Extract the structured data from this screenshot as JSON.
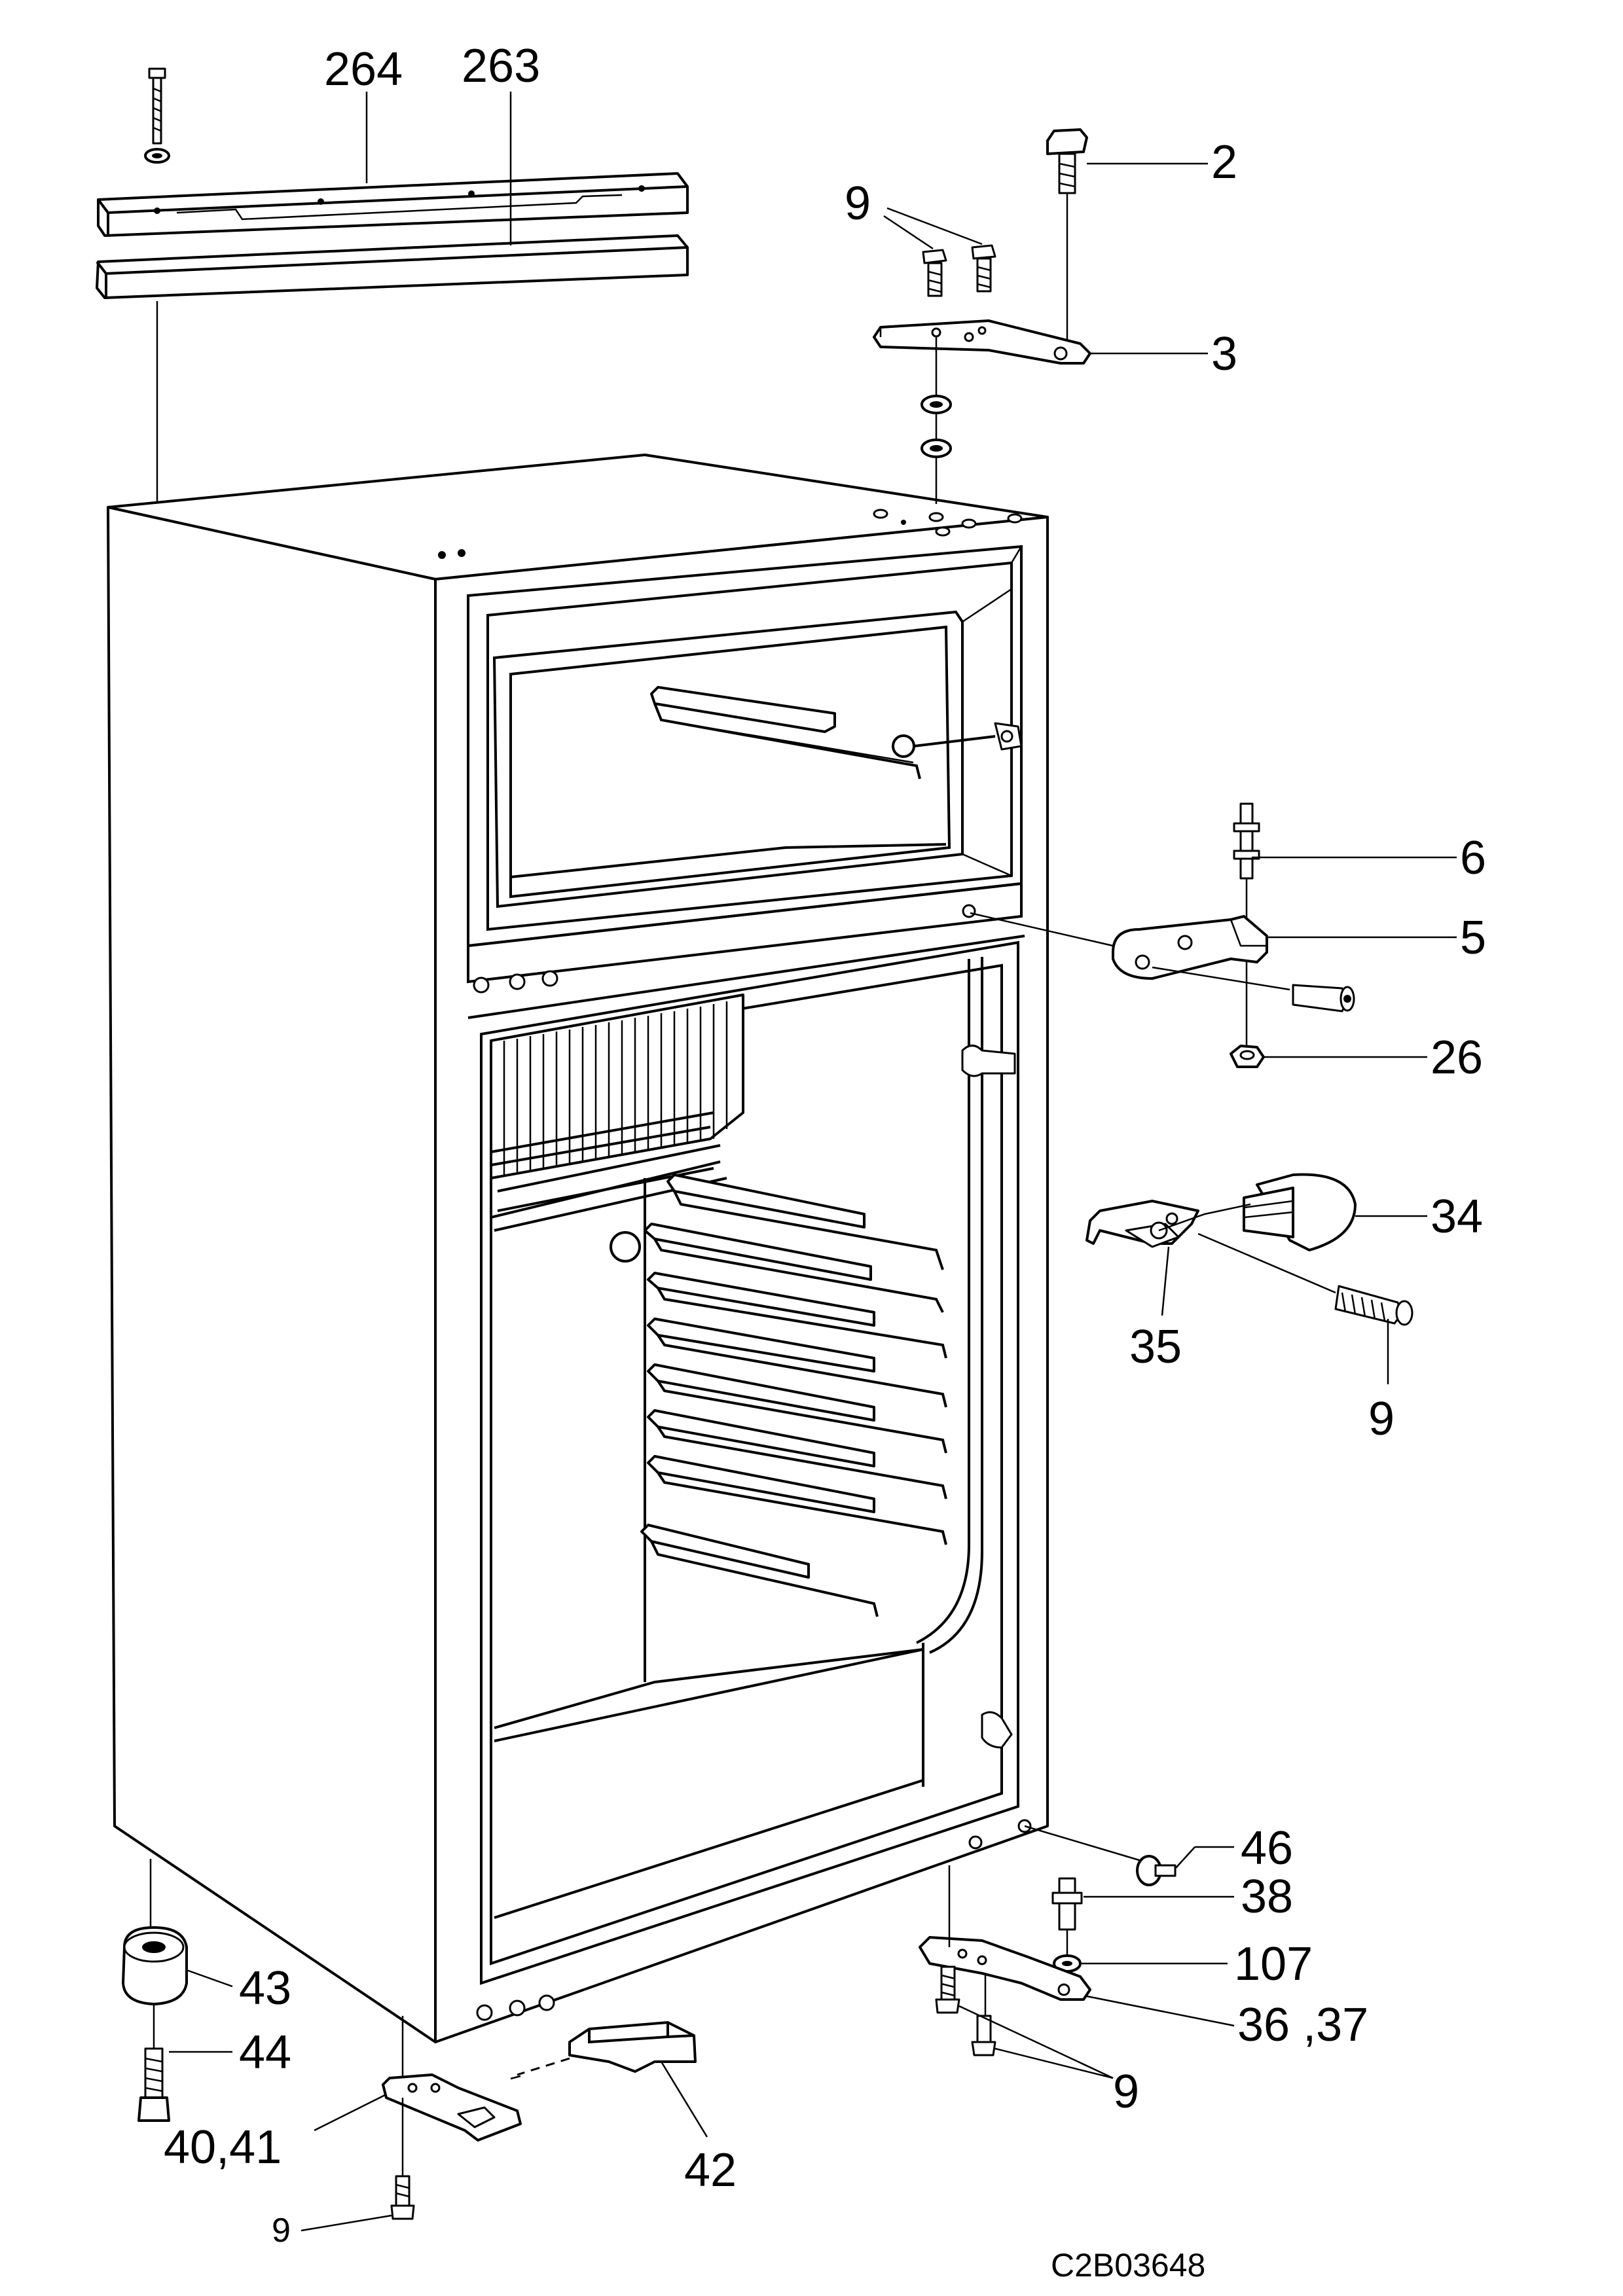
{
  "diagram": {
    "callouts": [
      {
        "id": "264",
        "text": "264"
      },
      {
        "id": "263",
        "text": "263"
      },
      {
        "id": "9_top",
        "text": "9"
      },
      {
        "id": "2",
        "text": "2"
      },
      {
        "id": "3",
        "text": "3"
      },
      {
        "id": "6",
        "text": "6"
      },
      {
        "id": "5",
        "text": "5"
      },
      {
        "id": "26",
        "text": "26"
      },
      {
        "id": "34",
        "text": "34"
      },
      {
        "id": "35",
        "text": "35"
      },
      {
        "id": "9_mid",
        "text": "9"
      },
      {
        "id": "46",
        "text": "46"
      },
      {
        "id": "38",
        "text": "38"
      },
      {
        "id": "107",
        "text": "107"
      },
      {
        "id": "36_37",
        "text": "36 ,37"
      },
      {
        "id": "9_bottom_right",
        "text": "9"
      },
      {
        "id": "43",
        "text": "43"
      },
      {
        "id": "44",
        "text": "44"
      },
      {
        "id": "40_41",
        "text": "40,41"
      },
      {
        "id": "42",
        "text": "42"
      },
      {
        "id": "9_bottom_left",
        "text": "9"
      }
    ],
    "drawing_code": "C2B03648"
  }
}
